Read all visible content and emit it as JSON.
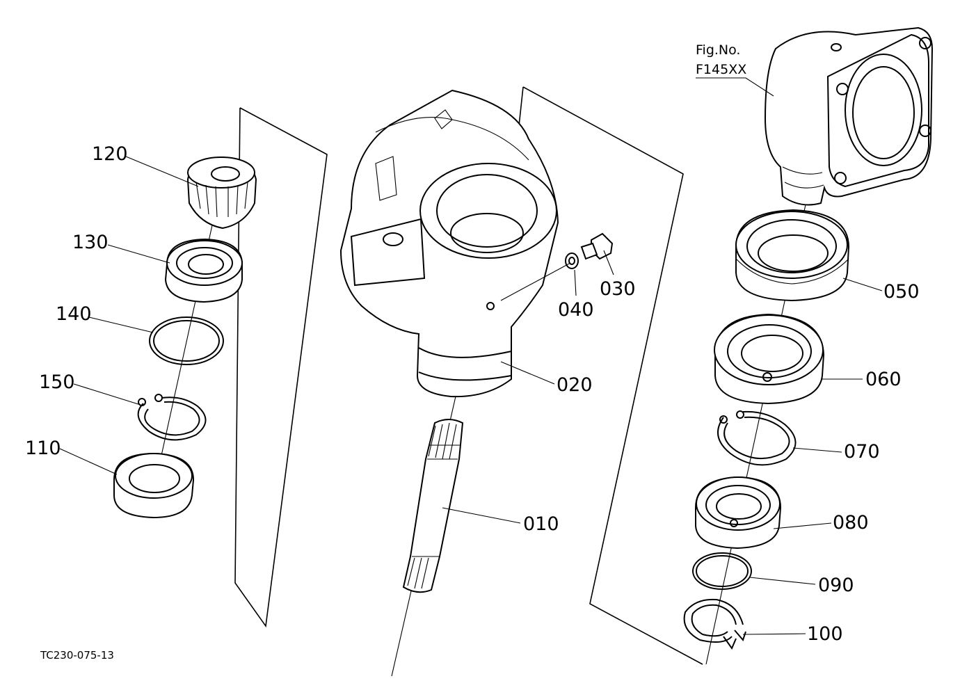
{
  "figure_ref": {
    "line1": "Fig.No.",
    "line2": "F145XX"
  },
  "drawing_code": "TC230-075-13",
  "callouts": {
    "p010": "010",
    "p020": "020",
    "p030": "030",
    "p040": "040",
    "p050": "050",
    "p060": "060",
    "p070": "070",
    "p080": "080",
    "p090": "090",
    "p100": "100",
    "p110": "110",
    "p120": "120",
    "p130": "130",
    "p140": "140",
    "p150": "150"
  }
}
